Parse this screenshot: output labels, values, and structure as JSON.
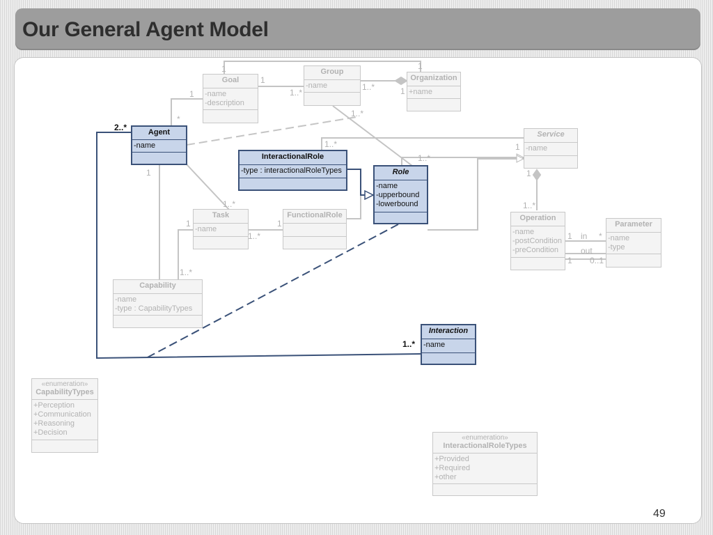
{
  "slide": {
    "title": "Our General Agent Model",
    "page_number": "49"
  },
  "classes": {
    "goal": {
      "name": "Goal",
      "attributes": [
        "-name",
        "-description"
      ]
    },
    "group": {
      "name": "Group",
      "attributes": [
        "-name"
      ]
    },
    "organization": {
      "name": "Organization",
      "attributes": [
        "+name"
      ]
    },
    "agent": {
      "name": "Agent",
      "attributes": [
        "-name"
      ]
    },
    "interactional_role": {
      "name": "InteractionalRole",
      "attributes": [
        "-type : interactionalRoleTypes"
      ]
    },
    "role": {
      "name": "Role",
      "attributes": [
        "-name",
        "-upperbound",
        "-lowerbound"
      ]
    },
    "service": {
      "name": "Service",
      "attributes": [
        "-name"
      ]
    },
    "task": {
      "name": "Task",
      "attributes": [
        "-name"
      ]
    },
    "functional_role": {
      "name": "FunctionalRole",
      "attributes": []
    },
    "operation": {
      "name": "Operation",
      "attributes": [
        "-name",
        "-postCondition",
        "-preCondition"
      ]
    },
    "parameter": {
      "name": "Parameter",
      "attributes": [
        "-name",
        "-type"
      ]
    },
    "capability": {
      "name": "Capability",
      "attributes": [
        "-name",
        "-type : CapabilityTypes"
      ]
    },
    "interaction": {
      "name": "Interaction",
      "attributes": [
        "-name"
      ]
    },
    "capability_types": {
      "stereotype": "«enumeration»",
      "name": "CapabilityTypes",
      "attributes": [
        "+Perception",
        "+Communication",
        "+Reasoning",
        "+Decision"
      ]
    },
    "interactional_role_types": {
      "stereotype": "«enumeration»",
      "name": "InteractionalRoleTypes",
      "attributes": [
        "+Provided",
        "+Required",
        "+other"
      ]
    }
  },
  "multiplicities": {
    "goal_top": "1",
    "org_top": "1",
    "goal_group": "1",
    "group_goal": "1..*",
    "group_org": "1..*",
    "org_group": "1",
    "agent_goal_1": "1",
    "agent_goal_star": "*",
    "agent_interaction": "2..*",
    "group_role": "1..*",
    "agent_bottom": "1",
    "service_top": "1..*",
    "service_left": "1",
    "role_top": "1..*",
    "service_op": "1",
    "op_service": "1..*",
    "task_agent": "1..*",
    "task_left": "1",
    "task_fr": "1..*",
    "fr_left": "1",
    "cap_task": "1..*",
    "in_label": "in",
    "in_1": "1",
    "in_star": "*",
    "out_label": "out",
    "out_1": "1",
    "out_range": "0..1",
    "interaction_end": "1..*"
  },
  "colors": {
    "highlight_fill": "#c8d5ea",
    "highlight_border": "#3a5178",
    "faded_text": "#b2b2b2",
    "faded_border": "#c8c8c8",
    "title_bar": "#9d9d9d"
  }
}
